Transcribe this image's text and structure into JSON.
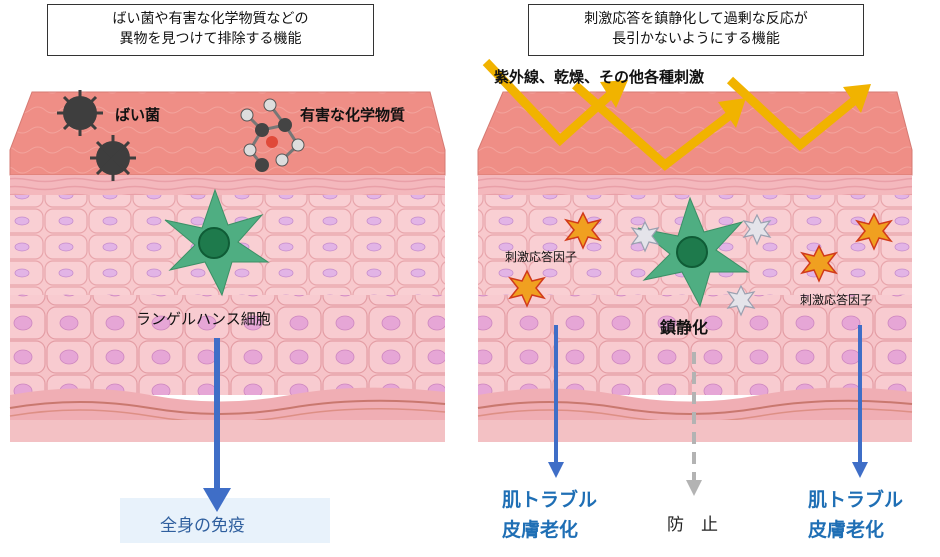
{
  "left_panel": {
    "caption_line1": "ばい菌や有害な化学物質などの",
    "caption_line2": "異物を見つけて排除する機能",
    "bacteria_label": "ばい菌",
    "chemical_label": "有害な化学物質",
    "cell_label": "ランゲルハンス細胞",
    "result_label": "全身の免疫"
  },
  "right_panel": {
    "caption_line1": "刺激応答を鎮静化して過剰な反応が",
    "caption_line2": "長引かないようにする機能",
    "stimulus_label": "紫外線、乾燥、その他各種刺激",
    "factor_label_left": "刺激応答因子",
    "factor_label_right": "刺激応答因子",
    "calming_label": "鎮静化",
    "outcome_left_line1": "肌トラブル",
    "outcome_left_line2": "皮膚老化",
    "prevent_label": "防　止",
    "outcome_right_line1": "肌トラブル",
    "outcome_right_line2": "皮膚老化"
  },
  "colors": {
    "epidermis_top": "#ee8c80",
    "skin_pink": "#f7c5c9",
    "cell_border": "#e7a3a9",
    "nucleus": "#d9a9e0",
    "langerhans": "#4fae82",
    "langerhans_nucleus": "#1e7a4c",
    "arrow_blue": "#3f6ec7",
    "uv_arrow": "#f1b300",
    "outcome_text": "#1f6fb5",
    "prevent_arrow": "#b3b3b3"
  }
}
